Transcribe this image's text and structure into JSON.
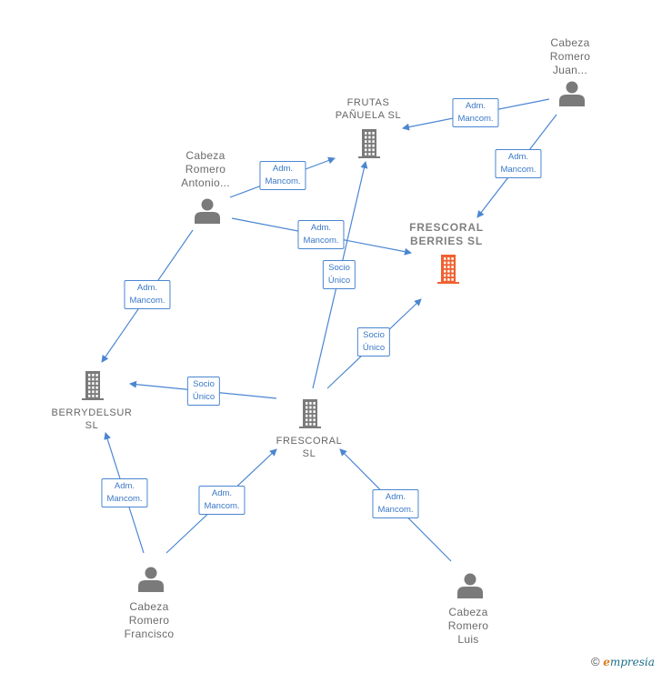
{
  "nodes": {
    "cabeza_juan": {
      "label": "Cabeza\nRomero\nJuan...",
      "icon": "person-icon"
    },
    "frutas": {
      "label": "FRUTAS\nPAÑUELA SL",
      "icon": "building-icon"
    },
    "cabeza_antonio": {
      "label": "Cabeza\nRomero\nAntonio...",
      "icon": "person-icon"
    },
    "frescoral_berries": {
      "label": "FRESCORAL\nBERRIES SL",
      "icon": "building-icon"
    },
    "berrydelsur": {
      "label": "BERRYDELSUR\nSL",
      "icon": "building-icon"
    },
    "frescoral": {
      "label": "FRESCORAL\nSL",
      "icon": "building-icon"
    },
    "cabeza_francisco": {
      "label": "Cabeza\nRomero\nFrancisco",
      "icon": "person-icon"
    },
    "cabeza_luis": {
      "label": "Cabeza\nRomero\nLuis",
      "icon": "person-icon"
    }
  },
  "edges": [
    {
      "id": "e1",
      "label": "Adm.\nMancom."
    },
    {
      "id": "e2",
      "label": "Adm.\nMancom."
    },
    {
      "id": "e3",
      "label": "Adm.\nMancom."
    },
    {
      "id": "e4",
      "label": "Adm.\nMancom."
    },
    {
      "id": "e5",
      "label": "Adm.\nMancom."
    },
    {
      "id": "e6",
      "label": "Socio\nÚnico"
    },
    {
      "id": "e7",
      "label": "Socio\nÚnico"
    },
    {
      "id": "e8",
      "label": "Socio\nÚnico"
    },
    {
      "id": "e9",
      "label": "Adm.\nMancom."
    },
    {
      "id": "e10",
      "label": "Adm.\nMancom."
    },
    {
      "id": "e11",
      "label": "Adm.\nMancom."
    }
  ],
  "colors": {
    "edge": "#4a86d1",
    "node": "#7a7a7a",
    "focus": "#f0602e"
  },
  "footer": {
    "copyright": "©",
    "brand_first": "e",
    "brand_rest": "mpresia"
  }
}
